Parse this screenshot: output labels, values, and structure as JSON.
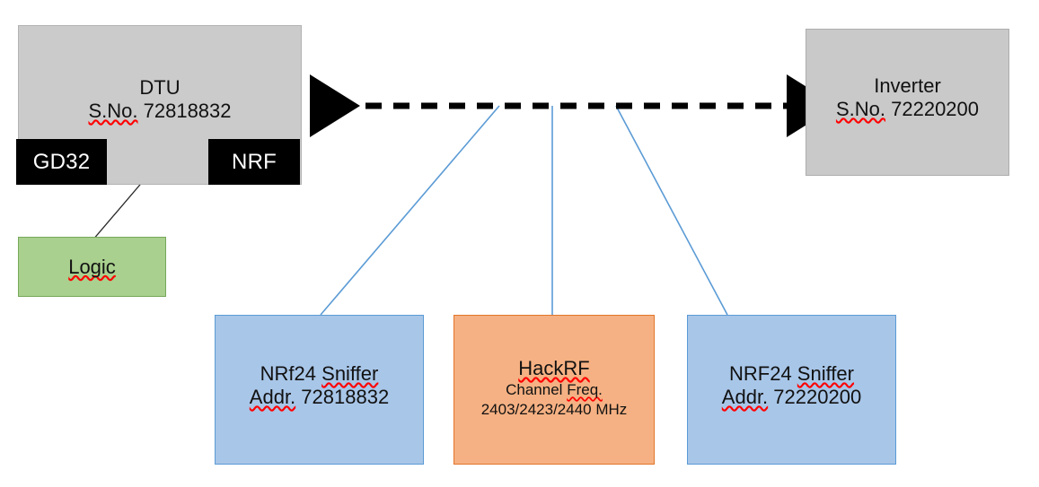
{
  "diagram": {
    "title": "HackRF / NRF24 sniffing setup block diagram",
    "colors": {
      "device_gray": "#cbcbcb",
      "chip_black": "#000000",
      "logic_green": "#a9d08e",
      "sniffer_blue": "#a8c6e8",
      "sniffer_blue_border": "#5b9bd5",
      "hackrf_orange": "#f5b183",
      "hackrf_orange_border": "#e2752a",
      "link_blue": "#5b9bd5",
      "arrow_black": "#000000",
      "spellcheck_red": "#ff0000"
    }
  },
  "nodes": {
    "dtu": {
      "name": "DTU",
      "serial_label": "S.No. 72818832",
      "serial_prefix": "S.No.",
      "serial_number": "72818832"
    },
    "inverter": {
      "name": "Inverter",
      "serial_label": "S.No. 72220200",
      "serial_prefix": "S.No.",
      "serial_number": "72220200"
    },
    "gd32": {
      "label": "GD32"
    },
    "nrf": {
      "label": "NRF"
    },
    "logic": {
      "label": "Logic"
    },
    "sniffer_left": {
      "title": "NRf24 Sniffer",
      "title_prefix": "NRf24 ",
      "title_spell": "Sniffer",
      "addr_label": "Addr. 72818832",
      "addr_prefix": "Addr.",
      "addr_value": "72818832"
    },
    "sniffer_right": {
      "title": "NRF24 Sniffer",
      "title_prefix": "NRF24 ",
      "title_spell": "Sniffer",
      "addr_label": "Addr. 72220200",
      "addr_prefix": "Addr.",
      "addr_value": "72220200"
    },
    "hackrf": {
      "title": "HackRF",
      "channel_label_prefix": "Channel ",
      "channel_label_spell": "Freq.",
      "channel_label": "Channel Freq.",
      "frequencies": "2403/2423/2440 MHz",
      "frequency_list": [
        "2403",
        "2423",
        "2440"
      ],
      "frequency_unit": "MHz"
    }
  },
  "connections": {
    "rf_link": {
      "from": "dtu",
      "to": "inverter",
      "style": "dashed",
      "arrowheads": "both"
    },
    "gd32_nrf_bus": {
      "from": "gd32",
      "to": "nrf",
      "style": "solid",
      "arrowheads": "both"
    },
    "logic_probe": {
      "from": "logic",
      "to": "gd32_nrf_bus",
      "style": "solid-thin",
      "arrowheads": "none"
    },
    "tap_lines": [
      {
        "from": "sniffer_left",
        "to": "rf_link",
        "style": "solid-thin-blue"
      },
      {
        "from": "hackrf",
        "to": "rf_link",
        "style": "solid-thin-blue"
      },
      {
        "from": "sniffer_right",
        "to": "rf_link",
        "style": "solid-thin-blue"
      }
    ]
  }
}
